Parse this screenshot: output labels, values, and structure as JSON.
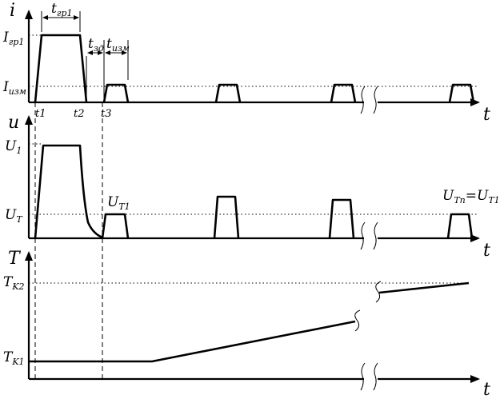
{
  "axes": {
    "current": {
      "label": "i",
      "time": "t"
    },
    "voltage": {
      "label": "u",
      "time": "t"
    },
    "temperature": {
      "label": "T",
      "time": "t"
    }
  },
  "levels": {
    "i_gr1": {
      "main": "I",
      "sub": "гр1"
    },
    "i_izm": {
      "main": "I",
      "sub": "изм"
    },
    "u1": {
      "main": "U",
      "sub": "1"
    },
    "ut": {
      "main": "U",
      "sub": "T"
    },
    "tk2": {
      "main": "T",
      "sub": "K2"
    },
    "tk1": {
      "main": "T",
      "sub": "K1"
    }
  },
  "intervals": {
    "t_gr1": {
      "main": "t",
      "sub": "гр1"
    },
    "t_zd": {
      "main": "t",
      "sub": "зд"
    },
    "t_izm": {
      "main": "t",
      "sub": "изм"
    }
  },
  "time_marks": [
    "t1",
    "t2",
    "t3"
  ],
  "annotations": {
    "ut1": {
      "main": "U",
      "sub": "T1"
    },
    "utn_eq": {
      "main1": "U",
      "sub1": "Tn",
      "eq": "=",
      "main2": "U",
      "sub2": "T1"
    }
  }
}
